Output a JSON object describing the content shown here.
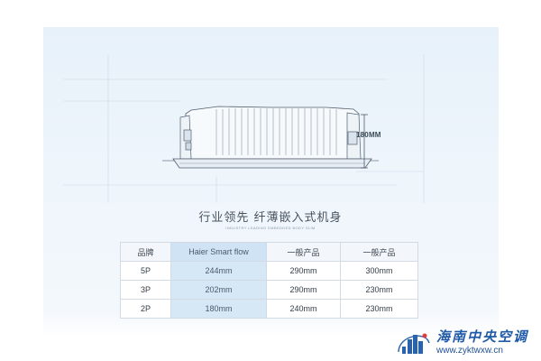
{
  "product": {
    "height_label": "180MM",
    "headline": "行业领先 纤薄嵌入式机身",
    "subline": "INDUSTRY LEADING EMBEDDED BODY SLIM"
  },
  "table": {
    "headers": [
      "品牌",
      "Haier Smart flow",
      "一般产品",
      "一般产品"
    ],
    "rows": [
      [
        "5P",
        "244mm",
        "290mm",
        "300mm"
      ],
      [
        "3P",
        "202mm",
        "290mm",
        "230mm"
      ],
      [
        "2P",
        "180mm",
        "240mm",
        "230mm"
      ]
    ]
  },
  "watermark": {
    "title": "海南中央空调",
    "url": "www.zyktwxw.cn"
  },
  "colors": {
    "highlight_column": "#d6e8f6",
    "watermark_blue": "#1f5aa8"
  }
}
